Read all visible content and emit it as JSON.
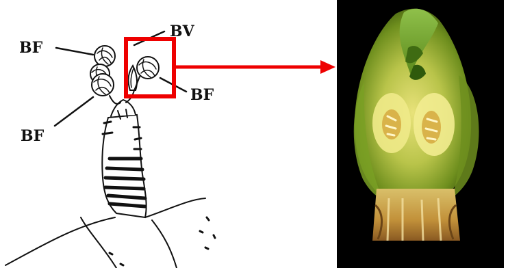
{
  "labels": {
    "bf_top_left": "BF",
    "bv": "BV",
    "bf_right": "BF",
    "bf_bottom_left": "BF"
  },
  "colors": {
    "highlight": "#ee0000",
    "photo_background": "#000000",
    "ink": "#111111"
  }
}
